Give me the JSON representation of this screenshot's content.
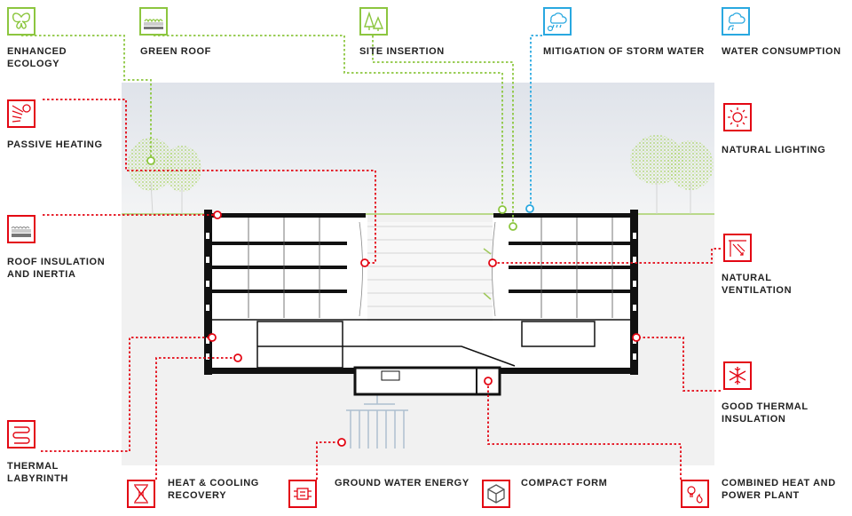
{
  "colors": {
    "green": "#8cc63f",
    "blue": "#29a8e0",
    "red": "#e30613",
    "text": "#222222",
    "sky": "#e4e7ec",
    "ground": "#f2f2f2"
  },
  "labels": {
    "enhanced_ecology": [
      "ENHANCED",
      "ECOLOGY"
    ],
    "green_roof": "GREEN ROOF",
    "site_insertion": "SITE INSERTION",
    "storm_water": "MITIGATION OF STORM WATER",
    "water_consumption": "WATER CONSUMPTION",
    "passive_heating": "PASSIVE HEATING",
    "natural_lighting": "NATURAL LIGHTING",
    "roof_insulation": [
      "ROOF INSULATION",
      "AND INERTIA"
    ],
    "natural_ventilation": [
      "NATURAL",
      "VENTILATION"
    ],
    "good_thermal_insulation": [
      "GOOD THERMAL",
      "INSULATION"
    ],
    "thermal_labyrinth": [
      "THERMAL",
      "LABYRINTH"
    ],
    "heat_cooling_recovery": [
      "HEAT & COOLING",
      "RECOVERY"
    ],
    "ground_water_energy": "GROUND WATER ENERGY",
    "compact_form": "COMPACT FORM",
    "combined_heat_power": [
      "COMBINED HEAT AND",
      "POWER PLANT"
    ]
  },
  "icons": {
    "enhanced_ecology": "butterfly-icon",
    "green_roof": "green-roof-icon",
    "site_insertion": "trees-icon",
    "storm_water": "rain-cloud-icon",
    "water_consumption": "water-tap-icon",
    "passive_heating": "sun-rays-icon",
    "natural_lighting": "sun-icon",
    "roof_insulation": "roof-layers-icon",
    "natural_ventilation": "airflow-icon",
    "good_thermal_insulation": "snowflake-icon",
    "thermal_labyrinth": "labyrinth-icon",
    "heat_cooling_recovery": "heat-exchanger-icon",
    "ground_water_energy": "heat-pump-icon",
    "compact_form": "cube-icon",
    "combined_heat_power": "bulb-flame-icon"
  }
}
